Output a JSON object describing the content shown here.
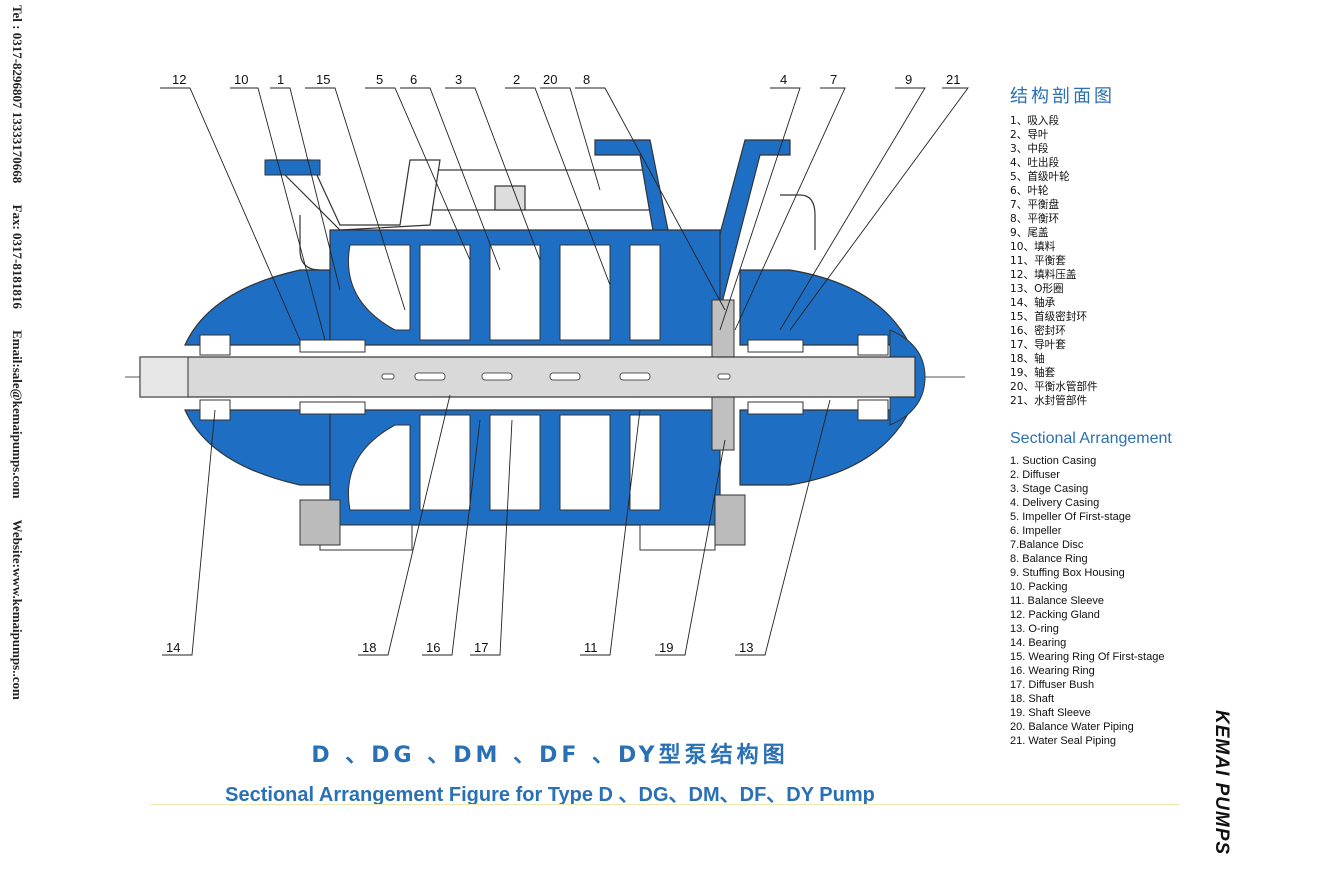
{
  "side_left": {
    "tel": "Tel : 0317-8296807  13333170668",
    "fax": "Fax:  0317-8181816",
    "email": "Email:sale@kemaipumps.com",
    "website": "Website:www.kemaipumps..com"
  },
  "brand": "KEMAI PUMPS",
  "legend_cn": {
    "title": "结构剖面图",
    "items": [
      "1、吸入段",
      "2、导叶",
      "3、中段",
      "4、吐出段",
      "5、首级叶轮",
      "6、叶轮",
      "7、平衡盘",
      "8、平衡环",
      "9、尾盖",
      "10、填料",
      "11、平衡套",
      "12、填料压盖",
      "13、O形圈",
      "14、轴承",
      "15、首级密封环",
      "16、密封环",
      "17、导叶套",
      "18、轴",
      "19、轴套",
      "20、平衡水管部件",
      "21、水封管部件"
    ]
  },
  "legend_en": {
    "title": "Sectional Arrangement",
    "items": [
      "1. Suction Casing",
      "2. Diffuser",
      "3. Stage Casing",
      "4. Delivery Casing",
      "5. Impeller Of First-stage",
      "6. Impeller",
      "7.Balance Disc",
      "8. Balance Ring",
      "9. Stuffing Box Housing",
      "10. Packing",
      "11. Balance Sleeve",
      "12. Packing Gland",
      "13. O-ring",
      "14. Bearing",
      "15. Wearing Ring Of First-stage",
      "16. Wearing Ring",
      "17. Diffuser Bush",
      "18. Shaft",
      "19. Shaft Sleeve",
      "20. Balance Water Piping",
      "21. Water Seal Piping"
    ]
  },
  "callouts_top": [
    "12",
    "10",
    "1",
    "15",
    "5",
    "6",
    "3",
    "2",
    "20",
    "8",
    "4",
    "7",
    "9",
    "21"
  ],
  "callouts_bottom": [
    "14",
    "18",
    "16",
    "17",
    "11",
    "19",
    "13"
  ],
  "title_cn": "D 、DG 、DM 、DF 、DY型泵结构图",
  "title_en": "Sectional Arrangement Figure for Type D 、DG、DM、DF、DY Pump",
  "colors": {
    "casing": "#1e6fc4",
    "part": "#ffffff",
    "steel": "#c0c0c0",
    "accent": "#2a70b5"
  }
}
